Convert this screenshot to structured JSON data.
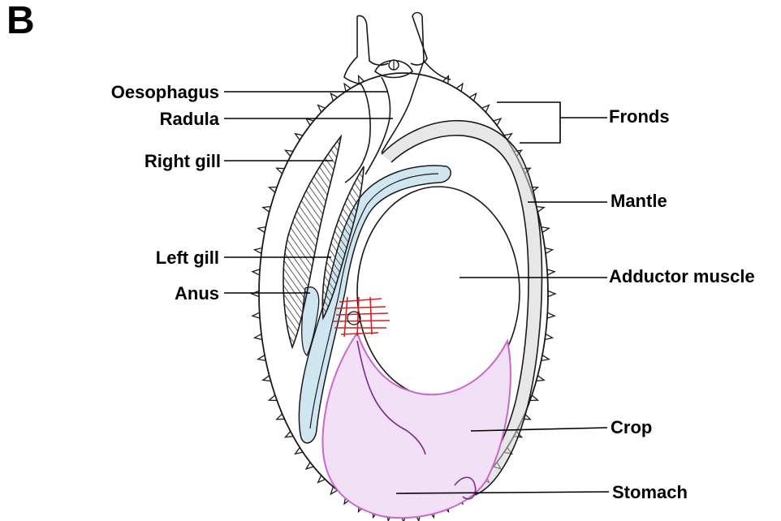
{
  "panel_letter": "B",
  "labels": {
    "oesophagus": "Oesophagus",
    "radula": "Radula",
    "right_gill": "Right gill",
    "left_gill": "Left gill",
    "anus": "Anus",
    "fronds": "Fronds",
    "mantle": "Mantle",
    "adductor_muscle": "Adductor muscle",
    "crop": "Crop",
    "stomach": "Stomach"
  },
  "colors": {
    "intestine_fill": "#cfe6f0",
    "stomach_fill": "#f1e0f6",
    "stomach_edge": "#cc66cc",
    "mantle_shade": "#d4d4d4",
    "anus_marks": "#d42020"
  }
}
